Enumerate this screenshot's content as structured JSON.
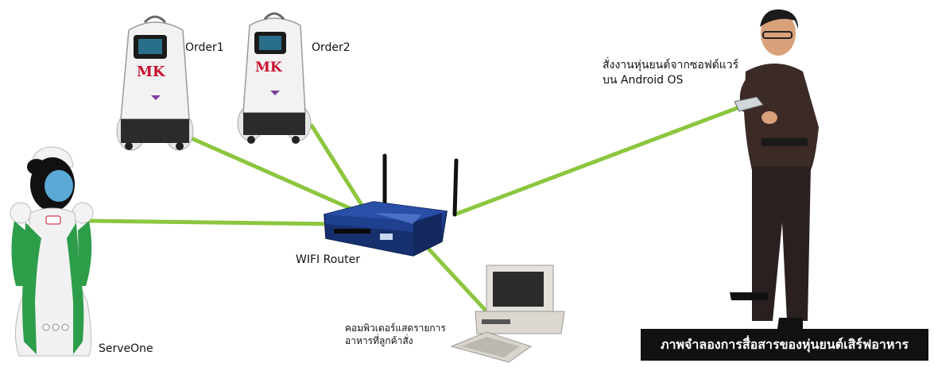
{
  "labels": {
    "order1": "Order1",
    "order2": "Order2",
    "serveone": "ServeOne",
    "router": "WIFI Router",
    "android_line1": "สั่งงานหุ่นยนต์จากซอฟต์แวร์",
    "android_line2": "บน Android OS",
    "computer_line1": "คอมพิวเตอร์แสดรายการ",
    "computer_line2": "อาหารที่ลูกค้าสั่ง",
    "caption": "ภาพจำลองการสื่อสารของหุ่นยนต์เสิร์ฟอาหาร"
  },
  "colors": {
    "link": "#8cc63f",
    "robot_body": "#f2f2f2",
    "brand_red": "#c8102e",
    "router_blue": "#1f3f8f",
    "serveone_green": "#2e9d4a",
    "caption_bg": "#111111"
  },
  "icons": {
    "robot": "delivery-robot-icon",
    "humanoid": "humanoid-robot-icon",
    "router": "wifi-router-icon",
    "computer": "desktop-computer-icon",
    "person": "person-with-tablet-icon"
  }
}
